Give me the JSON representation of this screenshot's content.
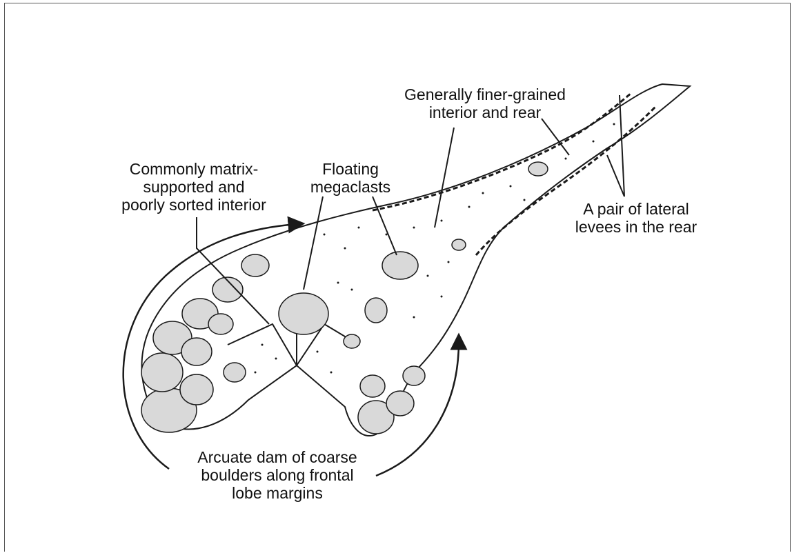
{
  "labels": {
    "matrix_interior": [
      "Commonly matrix-",
      "supported and",
      "poorly sorted interior"
    ],
    "megaclasts": [
      "Floating",
      "megaclasts"
    ],
    "finer_grained": [
      "Generally finer-grained",
      "interior and rear"
    ],
    "levees": [
      "A pair of lateral",
      "levees in the rear"
    ],
    "arcuate_dam": [
      "Arcuate dam of coarse",
      "boulders along frontal",
      "lobe margins"
    ]
  },
  "colors": {
    "line": "#1a1a1a",
    "boulder_fill": "#d9d9d9",
    "background": "#ffffff"
  }
}
